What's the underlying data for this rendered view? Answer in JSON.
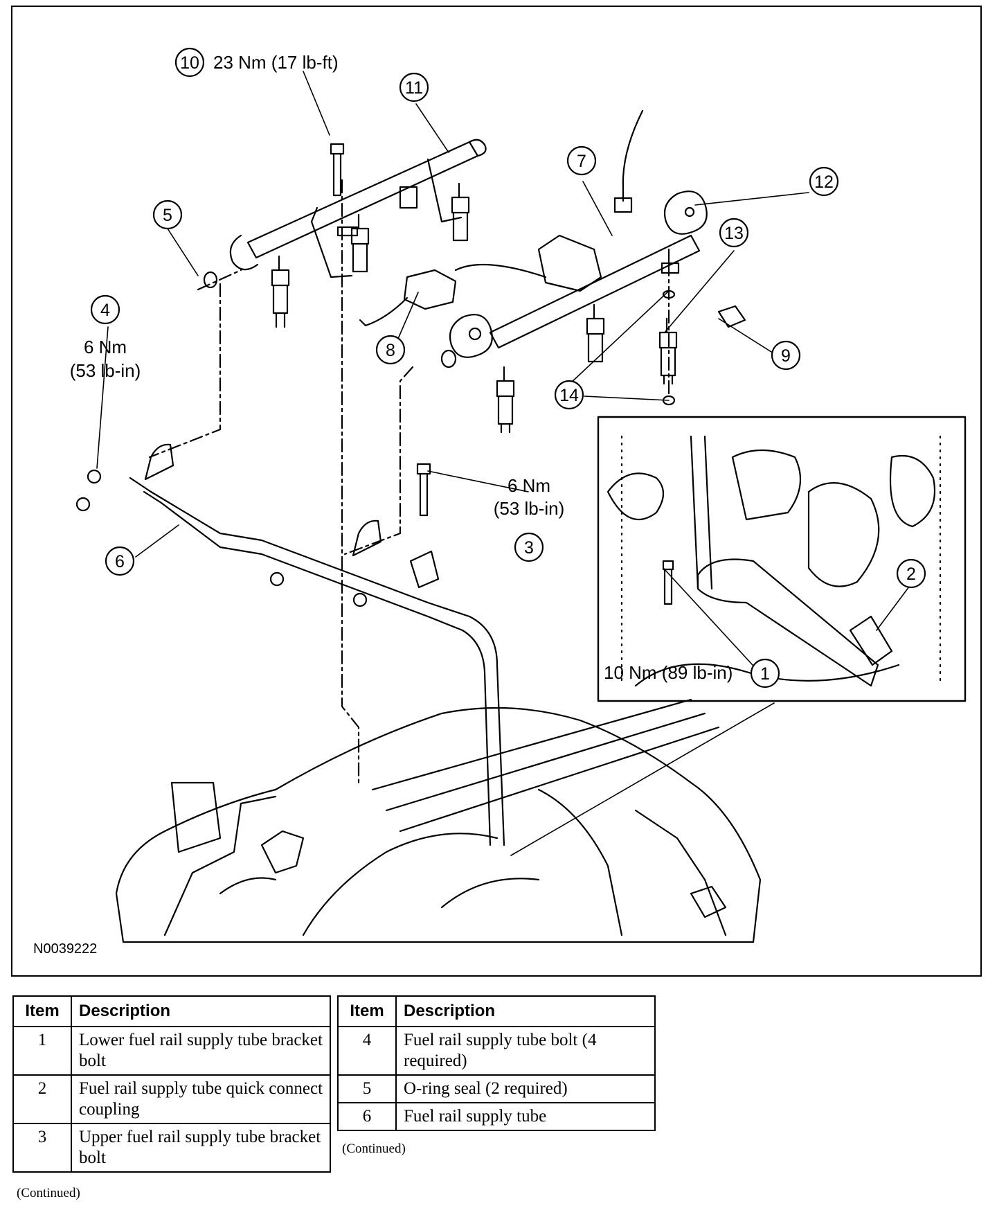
{
  "figure": {
    "code": "N0039222",
    "callouts": {
      "c1": "1",
      "c2": "2",
      "c3": "3",
      "c4": "4",
      "c5": "5",
      "c6": "6",
      "c7": "7",
      "c8": "8",
      "c9": "9",
      "c10": "10",
      "c11": "11",
      "c12": "12",
      "c13": "13",
      "c14": "14"
    },
    "torque": {
      "t10": "23 Nm (17 lb-ft)",
      "t4_a": "6 Nm",
      "t4_b": "(53 lb-in)",
      "t3_a": "6 Nm",
      "t3_b": "(53 lb-in)",
      "t1": "10 Nm (89 lb-in)"
    }
  },
  "table_left": {
    "header": {
      "item": "Item",
      "description": "Description"
    },
    "rows": [
      {
        "item": "1",
        "description": "Lower fuel rail supply tube bracket bolt"
      },
      {
        "item": "2",
        "description": "Fuel rail supply tube quick connect coupling"
      },
      {
        "item": "3",
        "description": "Upper fuel rail supply tube bracket bolt"
      }
    ],
    "continued": "(Continued)"
  },
  "table_right": {
    "header": {
      "item": "Item",
      "description": "Description"
    },
    "rows": [
      {
        "item": "4",
        "description": "Fuel rail supply tube bolt (4 required)"
      },
      {
        "item": "5",
        "description": "O-ring seal (2 required)"
      },
      {
        "item": "6",
        "description": "Fuel rail supply tube"
      }
    ],
    "continued": "(Continued)"
  }
}
